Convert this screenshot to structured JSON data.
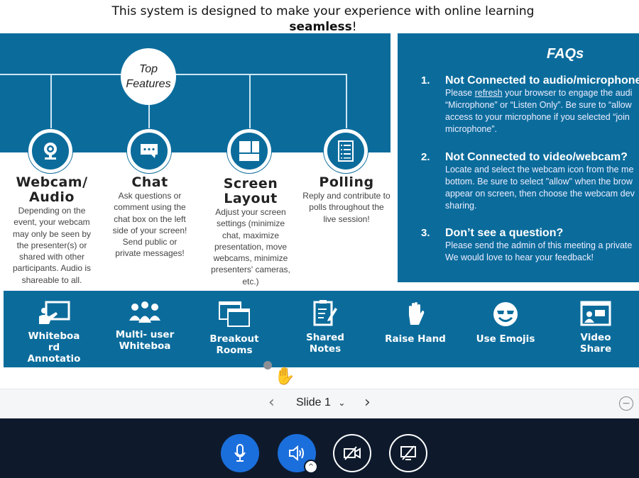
{
  "header": {
    "line1": "This system is designed to make your experience with online learning",
    "bold": "seamless",
    "suffix": "!"
  },
  "top_features": {
    "title_line1": "Top",
    "title_line2": "Features",
    "items": [
      {
        "title1": "Webcam/",
        "title2": "Audio",
        "desc": "Depending on the event, your webcam may only be seen by the presenter(s) or shared with other participants. Audio is shareable to all.",
        "icon": "webcam-icon"
      },
      {
        "title1": "Chat",
        "title2": "",
        "desc": "Ask questions or comment using the chat box on the left side of your screen! Send public or private messages!",
        "icon": "chat-icon"
      },
      {
        "title1": "Screen",
        "title2": "Layout",
        "desc": "Adjust your screen settings (minimize chat, maximize presentation, move webcams, minimize presenters' cameras, etc.)",
        "icon": "layout-icon"
      },
      {
        "title1": "Polling",
        "title2": "",
        "desc": "Reply and contribute to polls throughout the live session!",
        "icon": "poll-icon"
      }
    ]
  },
  "faq": {
    "title": "FAQs",
    "items": [
      {
        "num": "1.",
        "q": "Not Connected to audio/microphone",
        "d_pre": "Please ",
        "d_link": "refresh",
        "d_post": " your browser to engage the audi\n“Microphone” or “Listen Only”. Be sure to “allow\naccess to your microphone if you selected “join\nmicrophone”."
      },
      {
        "num": "2.",
        "q": "Not Connected to video/webcam?",
        "d": "Locate and select the webcam icon from the me\nbottom. Be sure to select \"allow\" when the brow\nappear on screen, then choose the webcam dev\nsharing."
      },
      {
        "num": "3.",
        "q": "Don’t see a question?",
        "d": "Please send the admin of this meeting a private\nWe would love to hear your feedback!"
      }
    ]
  },
  "tools": [
    {
      "label": "Whiteboa rd Annotatio"
    },
    {
      "label": "Multi- user Whiteboa"
    },
    {
      "label": "Breakout Rooms"
    },
    {
      "label": "Shared Notes"
    },
    {
      "label": "Raise Hand"
    },
    {
      "label": "Use Emojis"
    },
    {
      "label": "Video Share"
    }
  ],
  "slide_nav": {
    "current": "Slide 1"
  },
  "colors": {
    "brand": "#0b6c9c",
    "bar": "#0e1a2c",
    "active": "#1b6fdc"
  }
}
